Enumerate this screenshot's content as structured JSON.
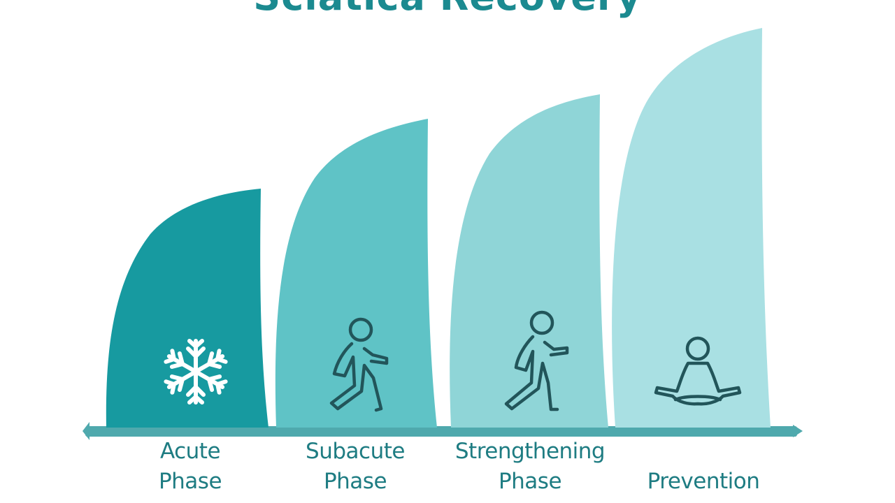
{
  "title": "Sciatica Recovery",
  "colors": {
    "title": "#1b8a90",
    "label": "#1e7c82",
    "phase1": "#179aa0",
    "phase2": "#5fc3c6",
    "phase3": "#8fd5d7",
    "phase4": "#a9e0e3",
    "baseline": "#4fa9ad",
    "icon_light": "#ffffff",
    "icon_dark": "#22555a"
  },
  "phases": [
    {
      "label_line1": "Acute",
      "label_line2": "Phase",
      "icon": "snowflake-icon"
    },
    {
      "label_line1": "Subacute",
      "label_line2": "Phase",
      "icon": "walking-person-icon"
    },
    {
      "label_line1": "Strengthening",
      "label_line2": "Phase",
      "icon": "striding-person-icon"
    },
    {
      "label_line1": "",
      "label_line2": "Prevention",
      "icon": "meditating-person-icon"
    }
  ]
}
